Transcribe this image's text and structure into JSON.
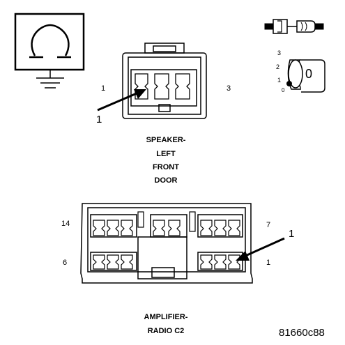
{
  "speaker_connector": {
    "title_lines": [
      "SPEAKER-",
      "LEFT",
      "FRONT",
      "DOOR"
    ],
    "pin_left": "1",
    "pin_right": "3",
    "callout": "1"
  },
  "amplifier_connector": {
    "title_lines": [
      "AMPLIFIER-",
      "RADIO C2"
    ],
    "pin_top_left": "14",
    "pin_bottom_left": "6",
    "pin_top_right": "7",
    "pin_bottom_right": "1",
    "callout": "1"
  },
  "key_icon": {
    "positions": [
      "3",
      "2",
      "1",
      "0"
    ],
    "center_label": "0"
  },
  "figure_id": "81660c88"
}
